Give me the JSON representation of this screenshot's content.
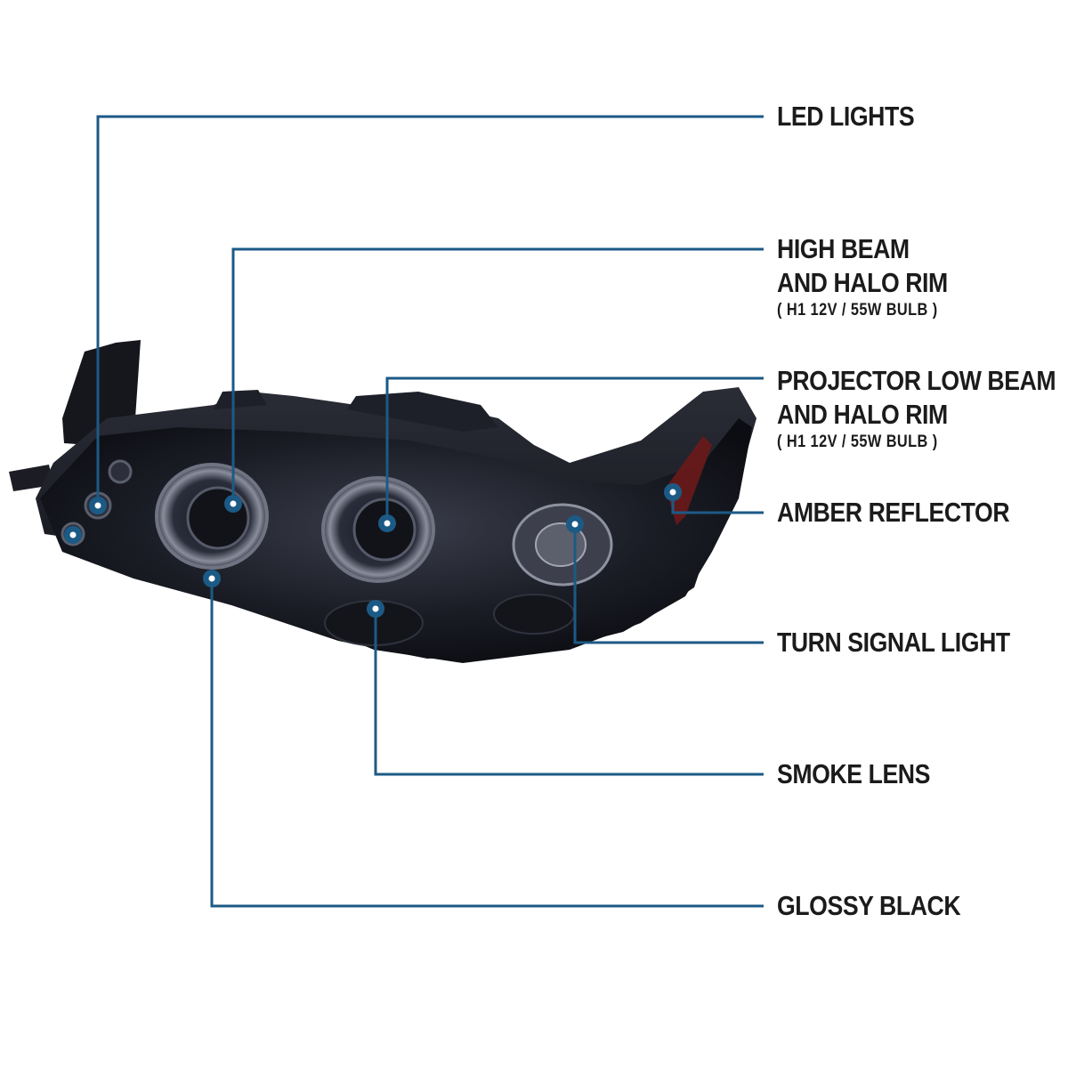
{
  "colors": {
    "leader": "#1c5a86",
    "dot_ring": "#1c5a86",
    "dot_center": "#ffffff",
    "text": "#1b1b1b",
    "housing": "#1a1c24"
  },
  "callouts": [
    {
      "id": "led-lights",
      "lines": [
        "LED LIGHTS"
      ],
      "sub": ""
    },
    {
      "id": "high-beam",
      "lines": [
        "HIGH BEAM",
        "AND HALO RIM"
      ],
      "sub": "( H1  12V / 55W  BULB )"
    },
    {
      "id": "projector-low-beam",
      "lines": [
        "PROJECTOR LOW BEAM",
        "AND HALO RIM"
      ],
      "sub": "( H1  12V / 55W  BULB )"
    },
    {
      "id": "amber-reflector",
      "lines": [
        "AMBER REFLECTOR"
      ],
      "sub": ""
    },
    {
      "id": "turn-signal",
      "lines": [
        "TURN SIGNAL LIGHT"
      ],
      "sub": ""
    },
    {
      "id": "smoke-lens",
      "lines": [
        "SMOKE LENS"
      ],
      "sub": ""
    },
    {
      "id": "glossy-black",
      "lines": [
        "GLOSSY BLACK"
      ],
      "sub": ""
    }
  ]
}
